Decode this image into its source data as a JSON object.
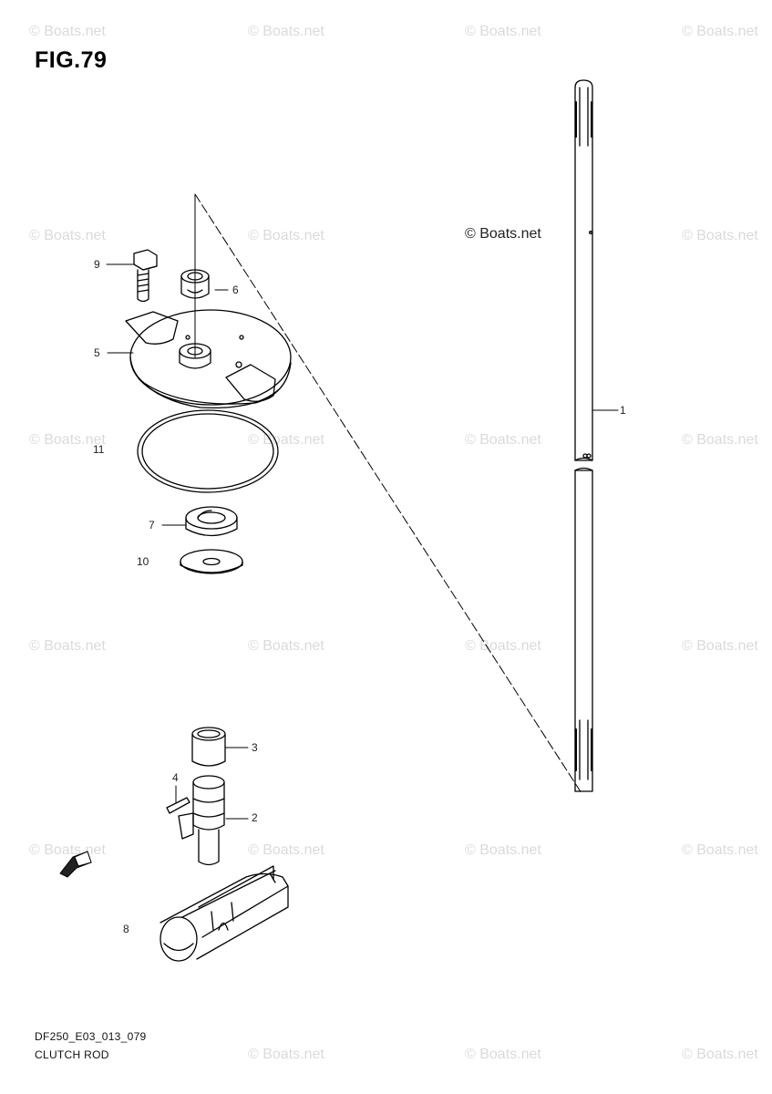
{
  "figure": {
    "title": "FIG.79",
    "code": "DF250_E03_013_079",
    "name": "CLUTCH ROD"
  },
  "watermark": {
    "text": "© Boats.net",
    "center_text": "© Boats.net"
  },
  "callouts": {
    "n1": "1",
    "n2": "2",
    "n3": "3",
    "n4": "4",
    "n5": "5",
    "n6": "6",
    "n7": "7",
    "n8": "8",
    "n9": "9",
    "n10": "10",
    "n11": "11"
  },
  "icons": {
    "fwd": "fwd-arrow-icon"
  }
}
